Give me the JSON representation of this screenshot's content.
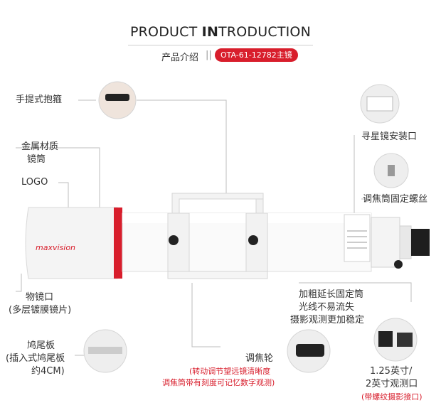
{
  "header": {
    "title_prefix": "PRODUCT ",
    "title_bold": "IN",
    "title_suffix": "TRODUCTION",
    "subtitle": "产品介绍",
    "separator": "||",
    "model_badge": "OTA-61-12782主镜"
  },
  "product": {
    "brand": "maxvision"
  },
  "labels": {
    "handle": "手提式抱箍",
    "metal_tube_1": "金属材质",
    "metal_tube_2": "镜筒",
    "logo": "LOGO",
    "objective_1": "物镜口",
    "objective_2": "(多层镀膜镜片)",
    "dovetail_1": "鸠尾板",
    "dovetail_2": "(插入式鸠尾板",
    "dovetail_3": "约4CM)",
    "focus_wheel": "调焦轮",
    "focus_note_1": "(转动调节望远镜清晰度",
    "focus_note_2": "调焦筒带有刻度可记忆数字观测)",
    "finder_mount": "寻星镜安装口",
    "focus_screw": "调焦筒固定螺丝",
    "extension_1": "加粗延长固定筒",
    "extension_2": "光线不易流失",
    "extension_3": "摄影观测更加稳定",
    "eyepiece_1": "1.25英寸/",
    "eyepiece_2": "2英寸观测口",
    "eyepiece_3": "(带螺纹摄影接口)"
  },
  "colors": {
    "accent": "#d81e2c",
    "line": "#bdbdbd"
  }
}
